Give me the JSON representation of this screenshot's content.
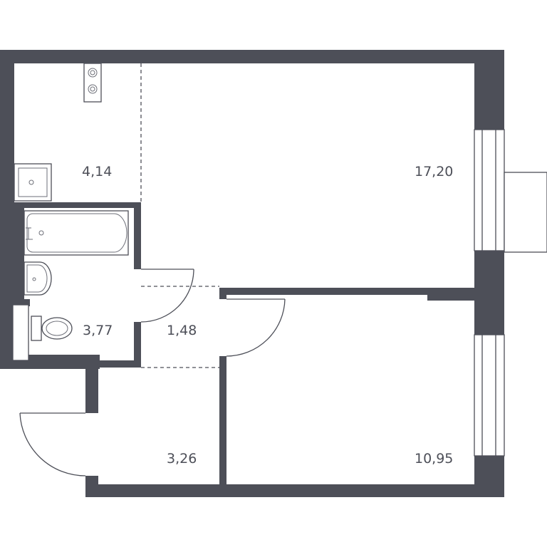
{
  "rooms": {
    "kitchen": {
      "area": "4,14"
    },
    "living": {
      "area": "17,20"
    },
    "bathroom": {
      "area": "3,77"
    },
    "corridor": {
      "area": "1,48"
    },
    "hall": {
      "area": "3,26"
    },
    "bedroom": {
      "area": "10,95"
    }
  },
  "colors": {
    "wall": "#4d4f58",
    "background": "#ffffff"
  }
}
